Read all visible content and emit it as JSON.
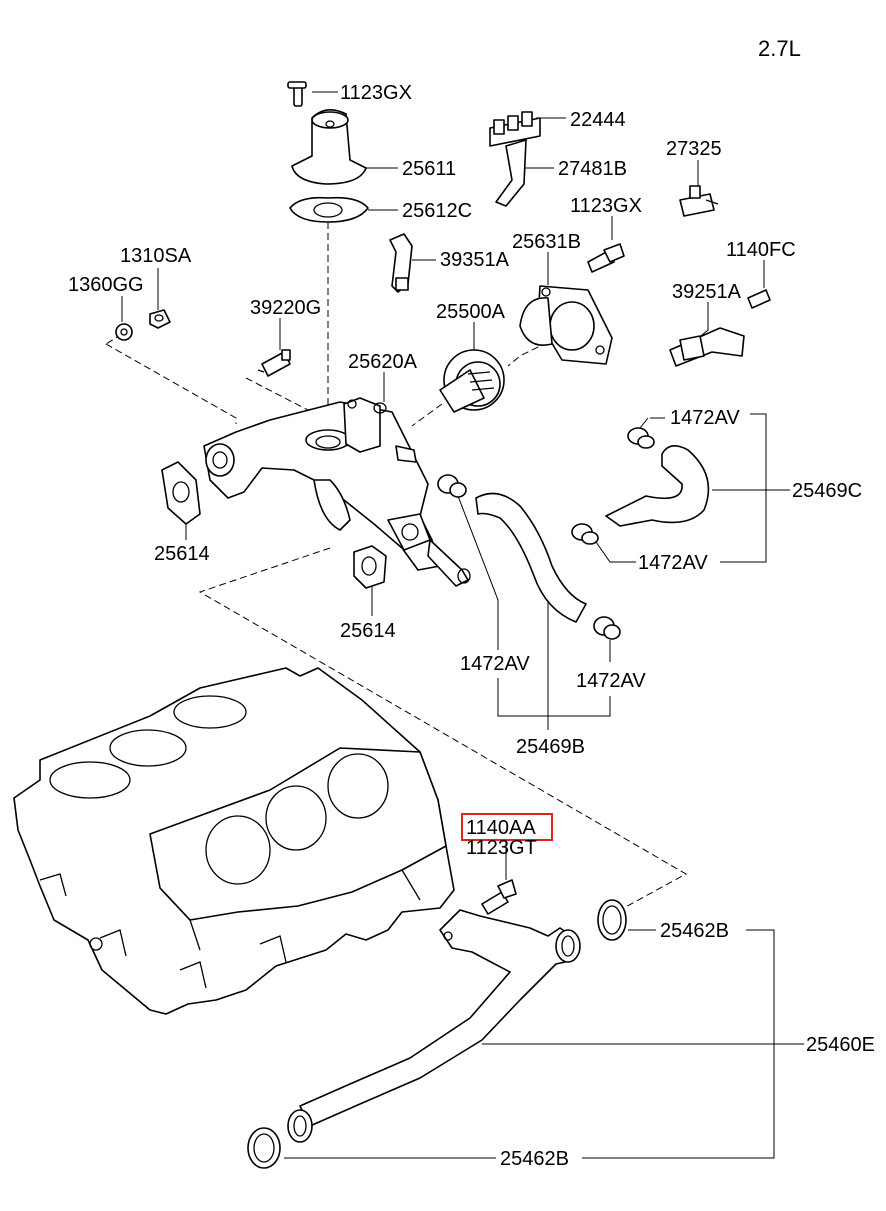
{
  "engine_label": "2.7L",
  "labels": {
    "p1123GX_top": "1123GX",
    "p22444": "22444",
    "p25611": "25611",
    "p27481B": "27481B",
    "p27325": "27325",
    "p25612C": "25612C",
    "p1123GX_mid": "1123GX",
    "p1310SA": "1310SA",
    "p25631B": "25631B",
    "p39351A": "39351A",
    "p1140FC": "1140FC",
    "p1360GG": "1360GG",
    "p39220G": "39220G",
    "p25500A": "25500A",
    "p39251A": "39251A",
    "p25620A": "25620A",
    "p1472AV_a": "1472AV",
    "p25469C": "25469C",
    "p25614_left": "25614",
    "p1472AV_b": "1472AV",
    "p25614_mid": "25614",
    "p1472AV_c": "1472AV",
    "p1472AV_d": "1472AV",
    "p25469B": "25469B",
    "p1140AA": "1140AA",
    "p1123GT": "1123GT",
    "p25462B_top": "25462B",
    "p25460E": "25460E",
    "p25462B_bottom": "25462B"
  },
  "highlight": {
    "part": "1140AA",
    "color": "#e2231a"
  }
}
